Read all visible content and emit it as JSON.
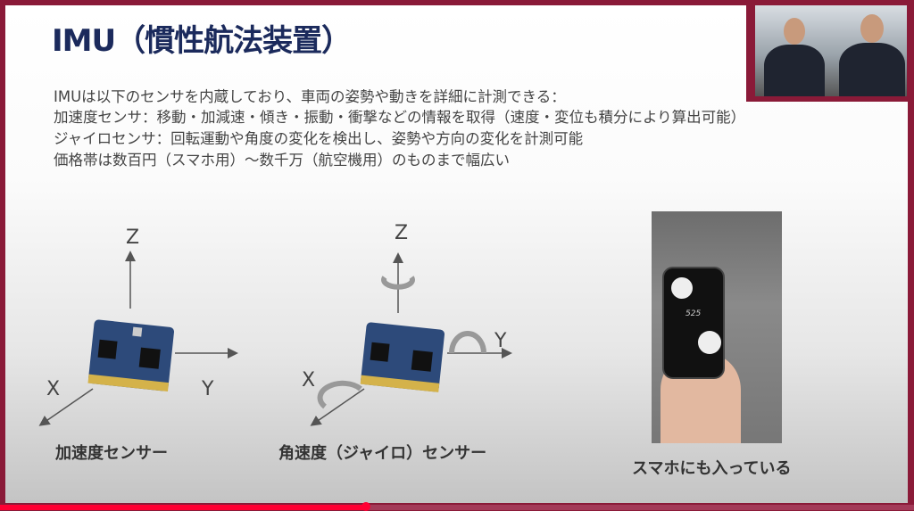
{
  "slide": {
    "title": "IMU（慣性航法装置）",
    "lines": [
      "IMUは以下のセンサを内蔵しており、車両の姿勢や動きを詳細に計測できる：",
      "加速度センサ：移動・加減速・傾き・振動・衝撃などの情報を取得（速度・変位も積分により算出可能）",
      "ジャイロセンサ：回転運動や角度の変化を検出し、姿勢や方向の変化を計測可能",
      "価格帯は数百円（スマホ用）～数千万（航空機用）のものまで幅広い"
    ],
    "diagram1": {
      "caption": "加速度センサー",
      "z": "Z",
      "x": "X",
      "y": "Y"
    },
    "diagram2": {
      "caption": "角速度（ジャイロ）センサー",
      "z": "Z",
      "x": "X",
      "y": "Y"
    },
    "phone": {
      "caption": "スマホにも入っている",
      "screen_text": "525"
    }
  },
  "video": {
    "progress_percent": 40,
    "accent": "#ff0033"
  }
}
